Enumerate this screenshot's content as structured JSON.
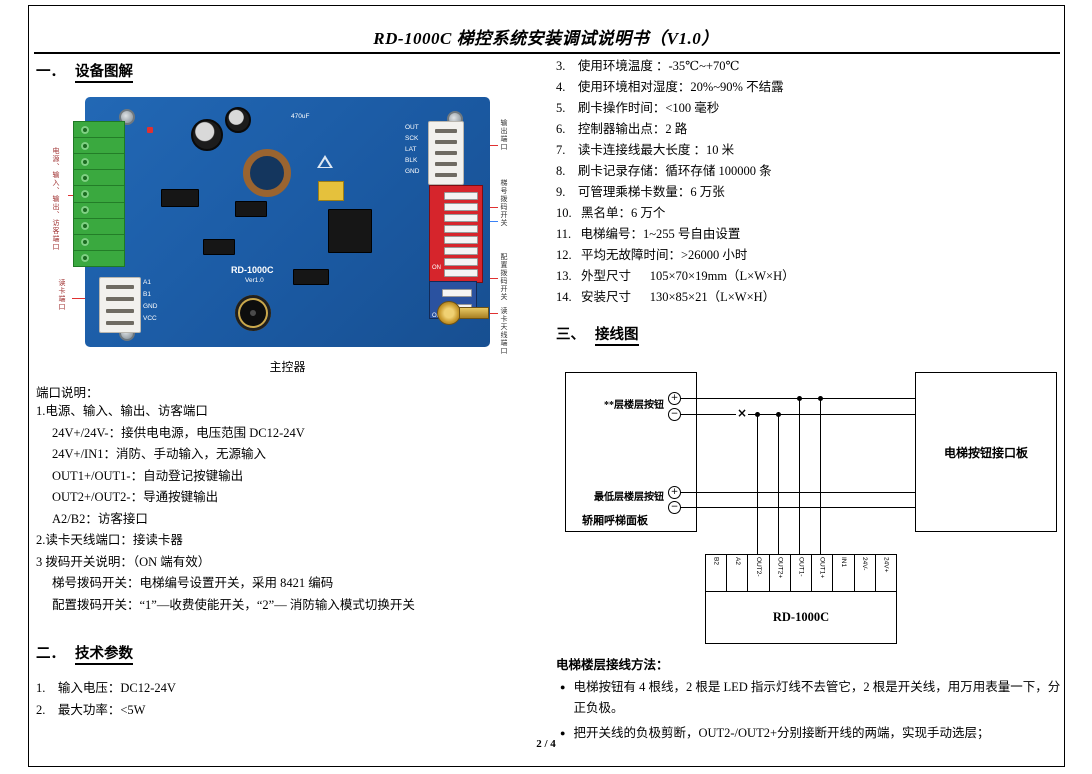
{
  "page": {
    "title": "RD-1000C 梯控系统安装调试说明书（V1.0）",
    "footer": "2 / 4"
  },
  "device_section": {
    "num": "一．",
    "title": "设备图解",
    "caption": "主控器",
    "board": {
      "silkscreen_name": "RD-1000C",
      "silkscreen_ver": "Ver1.0",
      "cap_label": "470uF",
      "dip_on": "ON",
      "top_connector_pins": [
        "OUT",
        "SCK",
        "LAT",
        "BLK",
        "GND"
      ],
      "reader_pins": [
        "A1",
        "B1",
        "GND",
        "VCC"
      ],
      "left_labels": [
        "电源、输入、输出、访客端口",
        "读卡端口"
      ],
      "right_labels": [
        "输出端口",
        "梯号拨码开关",
        "配置拨码开关",
        "读卡天线端口"
      ]
    },
    "port_title": "端口说明：",
    "port_lines": [
      {
        "indent": 0,
        "text": "1.电源、输入、输出、访客端口"
      },
      {
        "indent": 1,
        "text": "24V+/24V-：接供电电源，电压范围 DC12-24V"
      },
      {
        "indent": 1,
        "text": "24V+/IN1：消防、手动输入，无源输入"
      },
      {
        "indent": 1,
        "text": "OUT1+/OUT1-：自动登记按键输出"
      },
      {
        "indent": 1,
        "text": "OUT2+/OUT2-：导通按键输出"
      },
      {
        "indent": 1,
        "text": "A2/B2：访客接口"
      },
      {
        "indent": 0,
        "text": "2.读卡天线端口：接读卡器"
      },
      {
        "indent": 0,
        "text": "3 拨码开关说明：（ON 端有效）"
      },
      {
        "indent": 1,
        "text": "梯号拨码开关：电梯编号设置开关，采用 8421 编码"
      },
      {
        "indent": 1,
        "text": "配置拨码开关：“1”—收费使能开关，“2”— 消防输入模式切换开关"
      }
    ]
  },
  "params_section": {
    "num": "二．",
    "title": "技术参数",
    "left_items": [
      "1.    输入电压：DC12-24V",
      "2.    最大功率：<5W"
    ],
    "right_items": [
      "3.    使用环境温度 ：-35℃~+70℃",
      "4.    使用环境相对湿度：20%~90% 不结露",
      "5.    刷卡操作时间：<100 毫秒",
      "6.    控制器输出点：2 路",
      "7.    读卡连接线最大长度 ：10 米",
      "8.    刷卡记录存储：循环存储 100000 条",
      "9.    可管理乘梯卡数量：6 万张",
      "10.   黑名单：6 万个",
      "11.   电梯编号：1~255 号自由设置",
      "12.   平均无故障时间：>26000 小时",
      "13.   外型尺寸      105×70×19mm（L×W×H）",
      "14.   安装尺寸      130×85×21（L×W×H）"
    ]
  },
  "wiring_section": {
    "num": "三、",
    "title": "接线图",
    "top_button_label": "**层楼层按钮",
    "bottom_button_label": "最低层楼层按钮",
    "panel_label": "轿厢呼梯面板",
    "interface_board_label": "电梯按钮接口板",
    "controller_label": "RD-1000C",
    "terminals": [
      "B2",
      "A2",
      "OUT2-",
      "OUT2+",
      "OUT1-",
      "OUT1+",
      "IN1",
      "24V-",
      "24V+"
    ],
    "plus_sign": "+",
    "minus_sign": "−",
    "cut_mark": "×",
    "method_title": "电梯楼层接线方法：",
    "bullets": [
      "电梯按钮有 4 根线，2 根是 LED 指示灯线不去管它，2 根是开关线，用万用表量一下，分正负极。",
      "把开关线的负极剪断，OUT2-/OUT2+分别接断开线的两端，实现手动选层；"
    ]
  }
}
